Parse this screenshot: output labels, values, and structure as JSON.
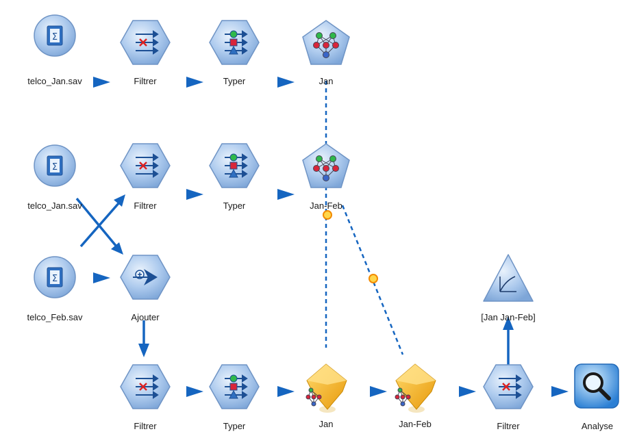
{
  "nodes": {
    "source_jan_1": {
      "label": "telco_Jan.sav",
      "icon": "database-source-icon"
    },
    "filter_1": {
      "label": "Filtrer",
      "icon": "filter-icon"
    },
    "type_1": {
      "label": "Typer",
      "icon": "type-icon"
    },
    "model_jan": {
      "label": "Jan",
      "icon": "neural-net-model-icon"
    },
    "source_jan_2": {
      "label": "telco_Jan.sav",
      "icon": "database-source-icon"
    },
    "filter_2": {
      "label": "Filtrer",
      "icon": "filter-icon"
    },
    "type_2": {
      "label": "Typer",
      "icon": "type-icon"
    },
    "model_janfeb": {
      "label": "Jan-Feb",
      "icon": "neural-net-model-icon"
    },
    "source_feb": {
      "label": "telco_Feb.sav",
      "icon": "database-source-icon"
    },
    "append": {
      "label": "Ajouter",
      "icon": "append-icon"
    },
    "filter_3": {
      "label": "Filtrer",
      "icon": "filter-icon"
    },
    "type_3": {
      "label": "Typer",
      "icon": "type-icon"
    },
    "nugget_jan": {
      "label": "Jan",
      "icon": "model-nugget-icon"
    },
    "nugget_janfeb": {
      "label": "Jan-Feb",
      "icon": "model-nugget-icon"
    },
    "filter_4": {
      "label": "Filtrer",
      "icon": "filter-icon"
    },
    "evaluation": {
      "label": "[Jan Jan-Feb]",
      "icon": "evaluation-graph-icon"
    },
    "analysis": {
      "label": "Analyse",
      "icon": "analysis-magnifier-icon"
    }
  },
  "colors": {
    "arrow": "#1565c0",
    "node_fill": "#a9c6ea",
    "node_stroke": "#6f94c5",
    "nugget": "#f2b018",
    "model_link": "#1565c0"
  }
}
